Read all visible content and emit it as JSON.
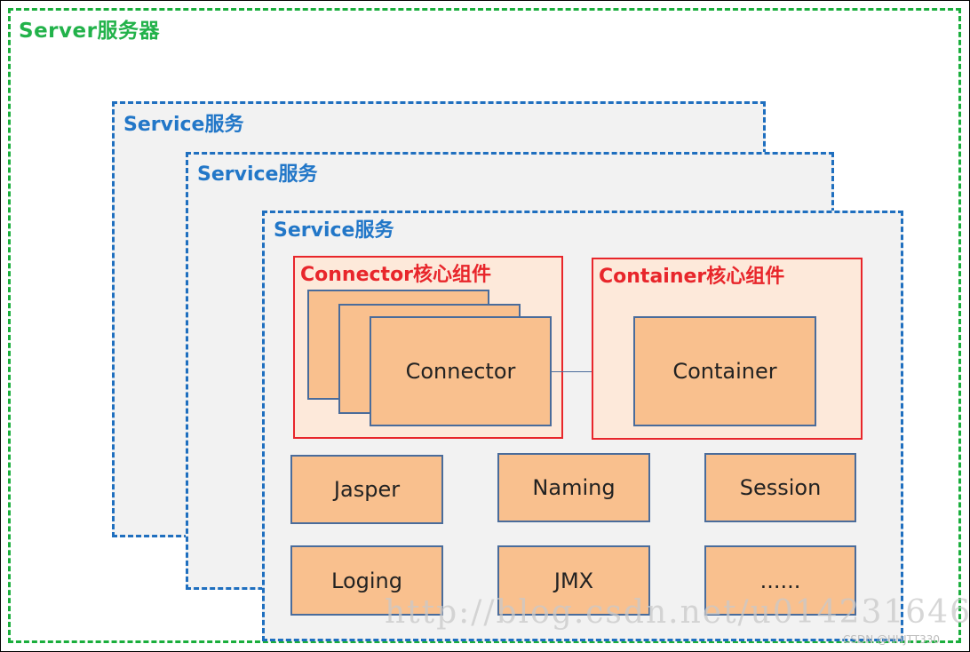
{
  "server": {
    "title": "Server服务器"
  },
  "services": [
    {
      "title": "Service服务"
    },
    {
      "title": "Service服务"
    },
    {
      "title": "Service服务"
    }
  ],
  "connector_group": {
    "title": "Connector核心组件",
    "box_label": "Connector"
  },
  "container_group": {
    "title": "Container核心组件",
    "box_label": "Container"
  },
  "components": [
    "Jasper",
    "Naming",
    "Session",
    "Loging",
    "JMX",
    "......"
  ],
  "watermark": "http://blog.csdn.net/u014231646",
  "credit": "CSDN @HHJTT330",
  "colors": {
    "server_border": "#1aae3c",
    "service_border": "#1f6fbf",
    "core_border": "#e8262b",
    "box_fill": "#f9c08e",
    "box_border": "#4a6c9b"
  }
}
